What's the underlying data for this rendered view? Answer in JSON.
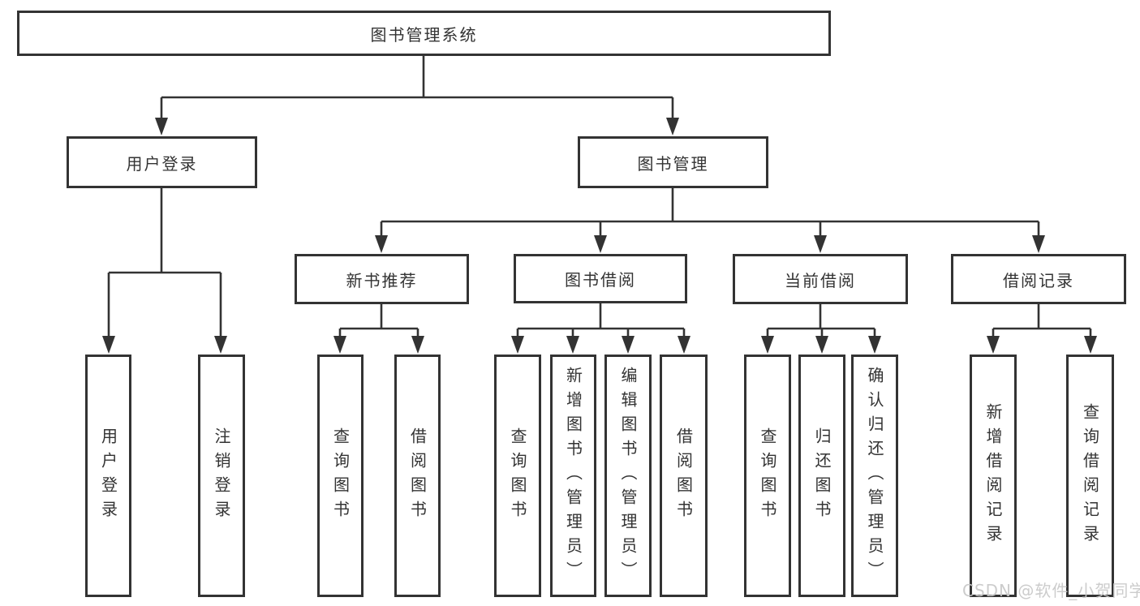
{
  "tree": {
    "label": "图书管理系统",
    "children": [
      {
        "label": "用户登录",
        "children": [
          {
            "label": "用户登录"
          },
          {
            "label": "注销登录"
          }
        ]
      },
      {
        "label": "图书管理",
        "children": [
          {
            "label": "新书推荐",
            "children": [
              {
                "label": "查询图书"
              },
              {
                "label": "借阅图书"
              }
            ]
          },
          {
            "label": "图书借阅",
            "children": [
              {
                "label": "查询图书"
              },
              {
                "label": "新增图书（管理员）"
              },
              {
                "label": "编辑图书（管理员）"
              },
              {
                "label": "借阅图书"
              }
            ]
          },
          {
            "label": "当前借阅",
            "children": [
              {
                "label": "查询图书"
              },
              {
                "label": "归还图书"
              },
              {
                "label": "确认归还（管理员）"
              }
            ]
          },
          {
            "label": "借阅记录",
            "children": [
              {
                "label": "新增借阅记录"
              },
              {
                "label": "查询借阅记录"
              }
            ]
          }
        ]
      }
    ]
  },
  "watermark": "CSDN @软件_小贺同学",
  "colors": {
    "line": "#333333",
    "text": "#333333",
    "watermark": "#c8c8c8",
    "background": "#ffffff"
  }
}
